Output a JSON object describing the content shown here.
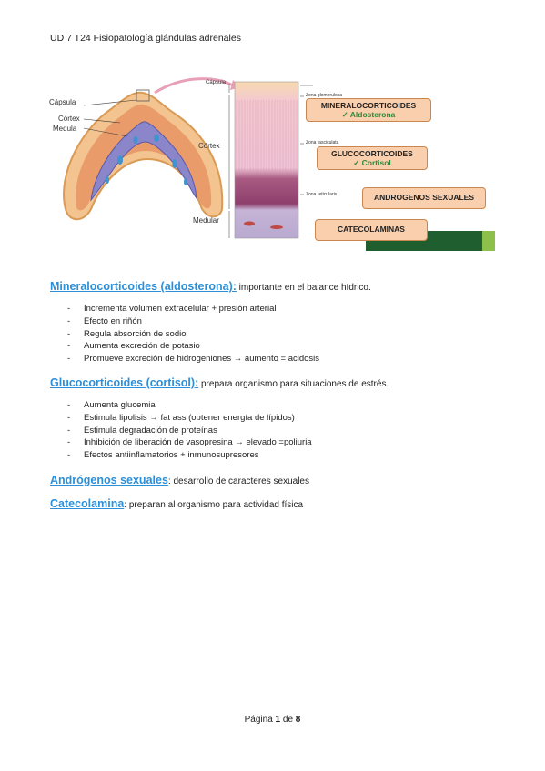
{
  "header": {
    "title": "UD 7 T24 Fisiopatología glándulas adrenales"
  },
  "figure": {
    "left_labels": {
      "capsula": "Cápsula",
      "cortex": "Córtex",
      "medula": "Medula"
    },
    "mid_labels": {
      "capsula": "Cápsula",
      "cortex": "Córtex",
      "medular": "Medular"
    },
    "zones": {
      "glomerular": "Zona glomerulosa",
      "fascicular": "Zona fasciculata",
      "reticular": "Zona reticularis"
    },
    "boxes": {
      "mineralo": {
        "title": "MINERALOCORTICOIDES",
        "sub": "✓ Aldosterona"
      },
      "gluco": {
        "title": "GLUCOCORTICOIDES",
        "sub": "✓ Cortisol"
      },
      "androgenos": {
        "title": "ANDROGENOS SEXUALES"
      },
      "catecol": {
        "title": "CATECOLAMINAS"
      }
    }
  },
  "sections": {
    "mineralo": {
      "title": "Mineralocorticoides (aldosterona):",
      "text": " importante en el balance hídrico.",
      "items": [
        "Incrementa volumen extracelular + presión arterial",
        "Efecto en riñón",
        "Regula absorción de sodio",
        "Aumenta excreción de potasio",
        "Promueve excreción de hidrogeniones → aumento = acidosis"
      ]
    },
    "gluco": {
      "title": "Glucocorticoides (cortisol):",
      "text": " prepara organismo para situaciones de estrés.",
      "items": [
        "Aumenta glucemia",
        "Estimula lipolisis → fat ass (obtener energía de lípidos)",
        "Estimula degradación de proteínas",
        "Inhibición de liberación de vasopresina → elevado =poliuria",
        "Efectos antiinflamatorios + inmunosupresores"
      ]
    },
    "androgenos": {
      "title": "Andrógenos sexuales",
      "text": ": desarrollo de caracteres sexuales"
    },
    "catecol": {
      "title": "Catecolamina",
      "text": ": preparan al organismo para actividad física"
    }
  },
  "footer": {
    "pagina": "Página",
    "page": "1",
    "de": "de",
    "total": "8"
  }
}
